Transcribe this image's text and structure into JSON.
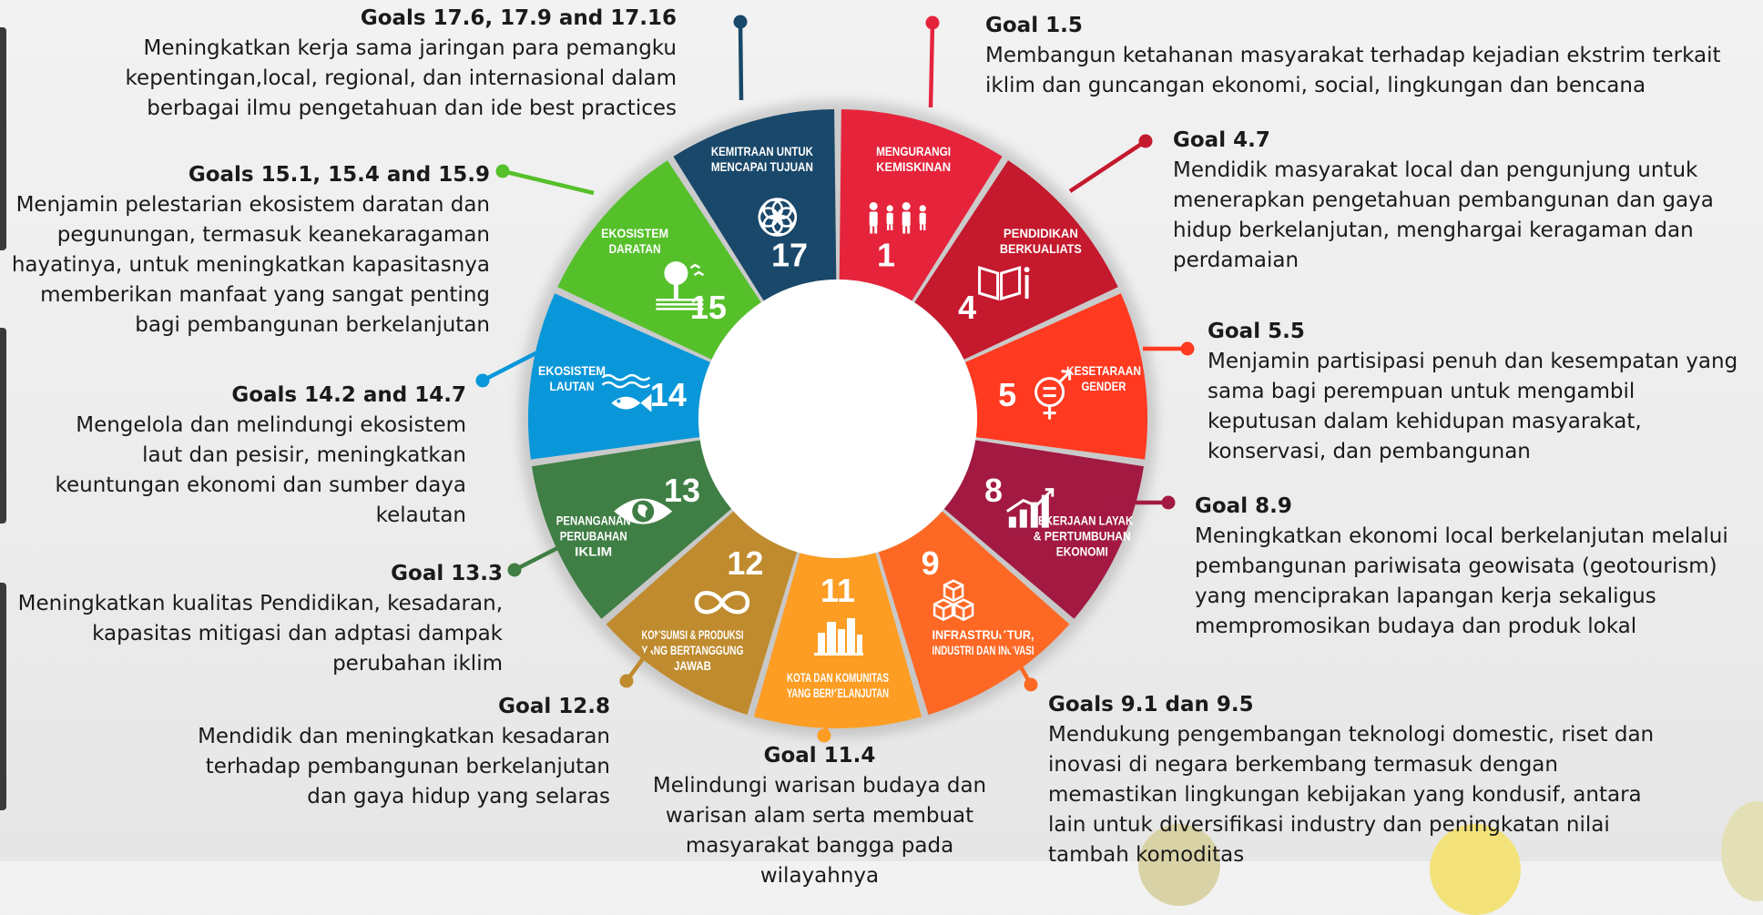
{
  "segments": [
    {
      "number": "1",
      "name_line1": "MENGURANGI",
      "name_line2": "KEMISKINAN",
      "color": "#e5243b",
      "icon": "family-icon"
    },
    {
      "number": "4",
      "name_line1": "PENDIDIKAN",
      "name_line2": "BERKUALIATS",
      "color": "#c5192d",
      "icon": "book-icon"
    },
    {
      "number": "5",
      "name_line1": "KESETARAAN",
      "name_line2": "GENDER",
      "color": "#ff3a21",
      "icon": "gender-equality-icon"
    },
    {
      "number": "8",
      "name_line1": "PEKERJAAN LAYAK",
      "name_line2": "& PERTUMBUHAN",
      "name_line3": "EKONOMI",
      "color": "#a21942",
      "icon": "growth-chart-icon"
    },
    {
      "number": "9",
      "name_line1": "INFRASTRUKTUR,",
      "name_line2": "INDUSTRI DAN INOVASI",
      "color": "#fd6925",
      "icon": "cubes-icon"
    },
    {
      "number": "11",
      "name_line1": "KOTA DAN KOMUNITAS",
      "name_line2": "YANG BERKELANJUTAN",
      "color": "#fd9d24",
      "icon": "city-icon"
    },
    {
      "number": "12",
      "name_line1": "KONSUMSI & PRODUKSI",
      "name_line2": "YANG BERTANGGUNG",
      "name_line3": "JAWAB",
      "color": "#bf8b2e",
      "icon": "infinity-icon"
    },
    {
      "number": "13",
      "name_line1": "PENANGANAN",
      "name_line2": "PERUBAHAN",
      "name_line3": "IKLIM",
      "color": "#3f7e44",
      "icon": "eye-globe-icon"
    },
    {
      "number": "14",
      "name_line1": "EKOSISTEM",
      "name_line2": "LAUTAN",
      "color": "#0a97d9",
      "icon": "fish-icon"
    },
    {
      "number": "15",
      "name_line1": "EKOSISTEM",
      "name_line2": "DARATAN",
      "color": "#56c02b",
      "icon": "tree-icon"
    },
    {
      "number": "17",
      "name_line1": "KEMITRAAN UNTUK",
      "name_line2": "MENCAPAI TUJUAN",
      "color": "#19486a",
      "icon": "flower-rings-icon"
    }
  ],
  "goals": [
    {
      "title": "Goal 1.5",
      "desc": "Membangun ketahanan masyarakat terhadap kejadian ekstrim terkait iklim dan guncangan ekonomi, social, lingkungan dan bencana"
    },
    {
      "title": "Goal 4.7",
      "desc": "Mendidik masyarakat local dan pengunjung untuk menerapkan pengetahuan pembangunan dan gaya hidup berkelanjutan, menghargai keragaman dan perdamaian"
    },
    {
      "title": "Goal 5.5",
      "desc": "Menjamin partisipasi penuh dan kesempatan yang sama bagi perempuan untuk mengambil keputusan dalam kehidupan masyarakat, konservasi, dan pembangunan"
    },
    {
      "title": "Goal 8.9",
      "desc": "Meningkatkan ekonomi local berkelanjutan melalui pembangunan pariwisata geowisata (geotourism) yang menciprakan lapangan kerja sekaligus mempromosikan budaya dan produk lokal"
    },
    {
      "title": "Goals 9.1 dan 9.5",
      "desc": "Mendukung pengembangan teknologi domestic, riset dan inovasi di negara berkembang termasuk dengan memastikan lingkungan kebijakan yang kondusif, antara lain untuk diversifikasi industry dan peningkatan nilai tambah komoditas"
    },
    {
      "title": "Goal 11.4",
      "desc": "Melindungi warisan budaya dan warisan alam serta membuat masyarakat bangga pada wilayahnya"
    },
    {
      "title": "Goal 12.8",
      "desc": "Mendidik dan meningkatkan kesadaran terhadap pembangunan berkelanjutan dan gaya hidup yang selaras"
    },
    {
      "title": "Goal 13.3",
      "desc": "Meningkatkan kualitas Pendidikan, kesadaran, kapasitas mitigasi dan adptasi dampak perubahan iklim"
    },
    {
      "title": "Goals 14.2 and 14.7",
      "desc": "Mengelola dan melindungi ekosistem laut dan pesisir, meningkatkan keuntungan ekonomi dan sumber daya kelautan"
    },
    {
      "title": "Goals 15.1, 15.4 and 15.9",
      "desc": "Menjamin pelestarian ekosistem daratan dan pegunungan, termasuk keanekaragaman hayatinya, untuk meningkatkan kapasitasnya memberikan manfaat yang sangat penting bagi pembangunan berkelanjutan"
    },
    {
      "title": "Goals 17.6, 17.9 and 17.16",
      "desc": "Meningkatkan kerja sama jaringan para pemangku kepentingan,local, regional, dan internasional dalam berbagai ilmu pengetahuan dan ide best practices"
    }
  ]
}
